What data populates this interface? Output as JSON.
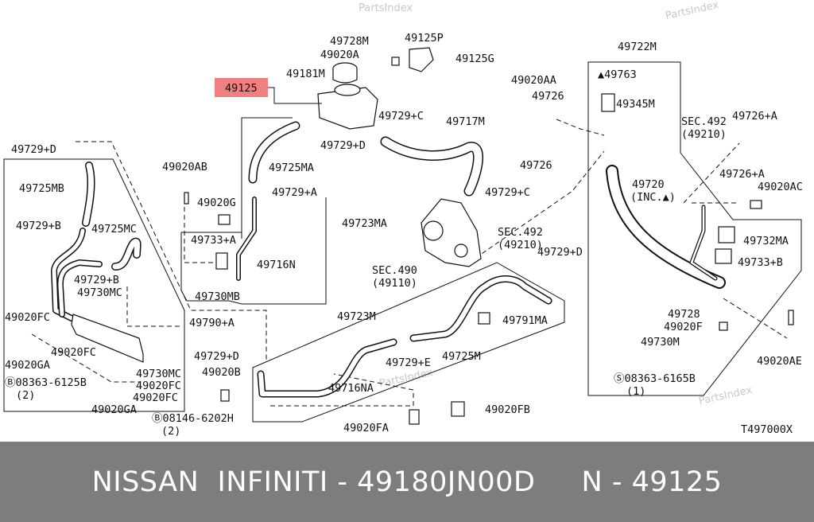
{
  "watermarks": [
    "PartsIndex",
    "PartsIndex",
    "PartsIndex",
    "PartsIndex"
  ],
  "highlight": {
    "part": "49125",
    "color": "#f08080"
  },
  "labels": [
    "49728M",
    "49125P",
    "49020A",
    "49125G",
    "49181M",
    "49722M",
    "49020AA",
    "▲49763",
    "49726",
    "49345M",
    "49729+C",
    "49717M",
    "SEC.492",
    "(49210)",
    "49726+A",
    "49729+D",
    "49729+D",
    "49020AB",
    "49725MA",
    "49726",
    "49726+A",
    "49725MB",
    "49729+A",
    "49729+C",
    "49720",
    "(INC.▲)",
    "49020AC",
    "49020G",
    "49723MA",
    "49729+B",
    "49725MC",
    "SEC.492",
    "(49210)",
    "49733+A",
    "49729+D",
    "49732MA",
    "49716N",
    "49733+B",
    "SEC.490",
    "(49110)",
    "49729+B",
    "49730MC",
    "49730MB",
    "49020FC",
    "49723M",
    "49791MA",
    "49790+A",
    "49728",
    "49020F",
    "49730M",
    "49020FC",
    "49729+D",
    "49729+E",
    "49725M",
    "49020AE",
    "49020GA",
    "49020B",
    "49730MC",
    "Ⓢ08363-6165B",
    "(1)",
    "49020FC",
    "Ⓑ08363-6125B",
    "(2)",
    "49716NA",
    "49020FC",
    "49020GA",
    "49020FB",
    "Ⓑ08146-6202H",
    "(2)",
    "49020FA",
    "T497000X"
  ],
  "footer": {
    "text": "NISSAN  INFINITI - 49180JN00D     N - 49125"
  }
}
